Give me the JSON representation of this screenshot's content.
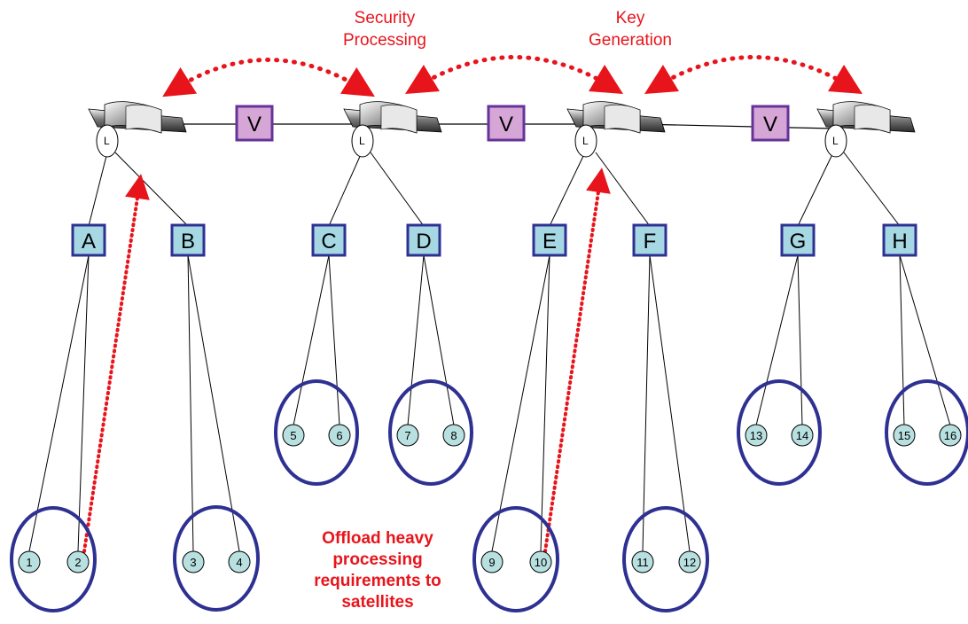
{
  "annotations": {
    "security_line1": "Security",
    "security_line2": "Processing",
    "keygen_line1": "Key",
    "keygen_line2": "Generation",
    "offload_line1": "Offload heavy",
    "offload_line2": "processing",
    "offload_line3": "requirements to",
    "offload_line4": "satellites"
  },
  "satellites": [
    {
      "label": "L"
    },
    {
      "label": "L"
    },
    {
      "label": "L"
    },
    {
      "label": "L"
    }
  ],
  "v_nodes": [
    {
      "label": "V"
    },
    {
      "label": "V"
    },
    {
      "label": "V"
    }
  ],
  "groups": [
    {
      "label": "A"
    },
    {
      "label": "B"
    },
    {
      "label": "C"
    },
    {
      "label": "D"
    },
    {
      "label": "E"
    },
    {
      "label": "F"
    },
    {
      "label": "G"
    },
    {
      "label": "H"
    }
  ],
  "members": [
    "1",
    "2",
    "3",
    "4",
    "5",
    "6",
    "7",
    "8",
    "9",
    "10",
    "11",
    "12",
    "13",
    "14",
    "15",
    "16"
  ],
  "colors": {
    "accent_red": "#e8141b",
    "ellipse_stroke": "#2e3192",
    "group_fill": "#a6d8e4",
    "v_fill": "#d6a6d6",
    "v_stroke": "#663399",
    "member_fill": "#b8e0e0"
  }
}
